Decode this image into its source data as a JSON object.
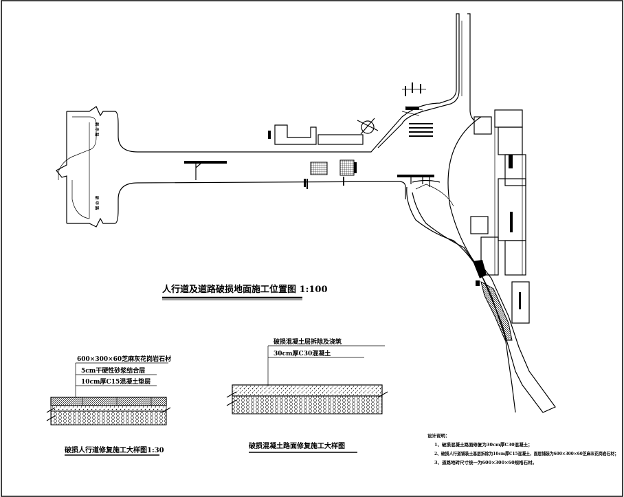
{
  "plan": {
    "title": "人行道及道路破损地面施工位置图 1:100",
    "road_name_upper": "新 华 路",
    "road_name_lower": "新 华 路"
  },
  "detail_sidewalk": {
    "layers": [
      "600×300×60芝麻灰花岗岩石材",
      "5cm干硬性砂浆结合层",
      "10cm厚C15混凝土垫层"
    ],
    "title": "破损人行道修复施工大样图1:30"
  },
  "detail_concrete": {
    "layers": [
      "破损混凝土层拆除及浇筑",
      "30cm厚C30混凝土"
    ],
    "title": "破损混凝土路面修复施工大样图"
  },
  "notes": {
    "heading": "设计说明：",
    "items": [
      "1、破损混凝土路面修复为30cm厚C30混凝土；",
      "2、破损人行道铺装土基层拆除为10cm厚C15混凝土，面层铺装为600×300×60芝麻灰花岗岩石材；",
      "3、道路地砖尺寸统一为600×300×60规格石材。"
    ]
  }
}
